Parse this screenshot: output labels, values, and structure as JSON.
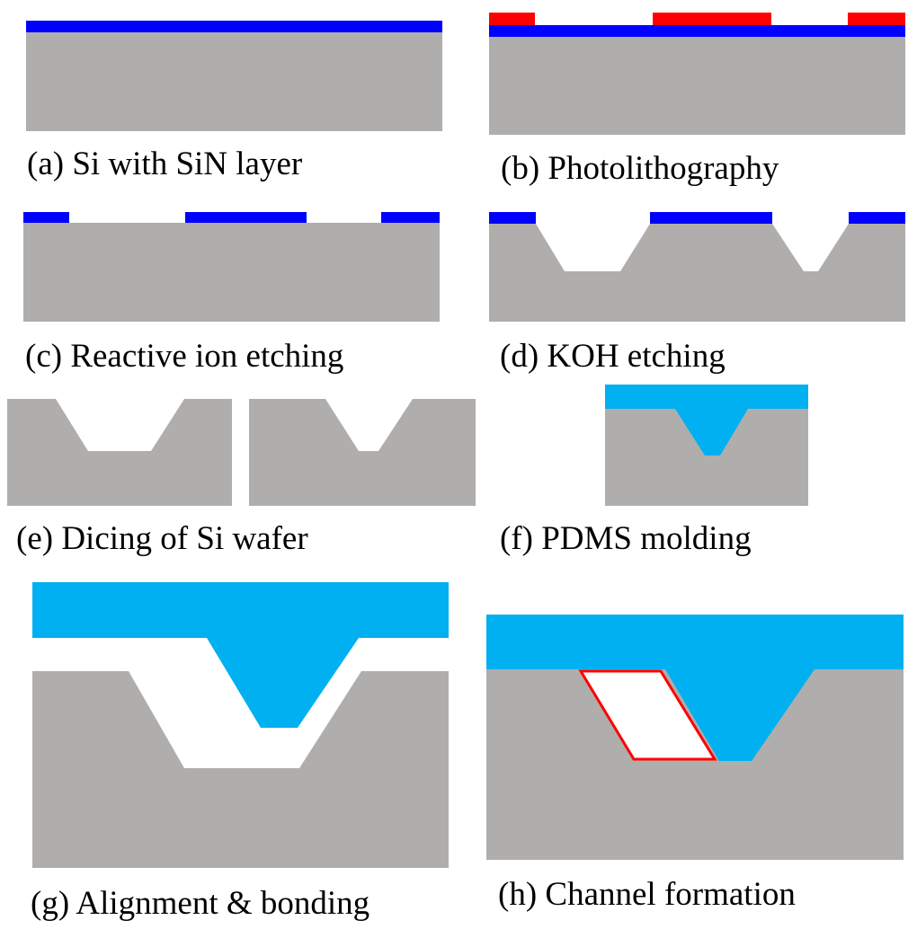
{
  "captions": {
    "a": "(a) Si with SiN layer",
    "b": "(b) Photolithography",
    "c": "(c) Reactive ion etching",
    "d": "(d) KOH etching",
    "e": "(e) Dicing of Si wafer",
    "f": "(f) PDMS molding",
    "g": "(g) Alignment & bonding",
    "h": "(h) Channel formation"
  },
  "colors": {
    "silicon": "#b0adad",
    "silicon_nitride": "#0000ff",
    "photoresist": "#ff0000",
    "pdms": "#00b0f0",
    "channel_outline": "#ff0000"
  }
}
